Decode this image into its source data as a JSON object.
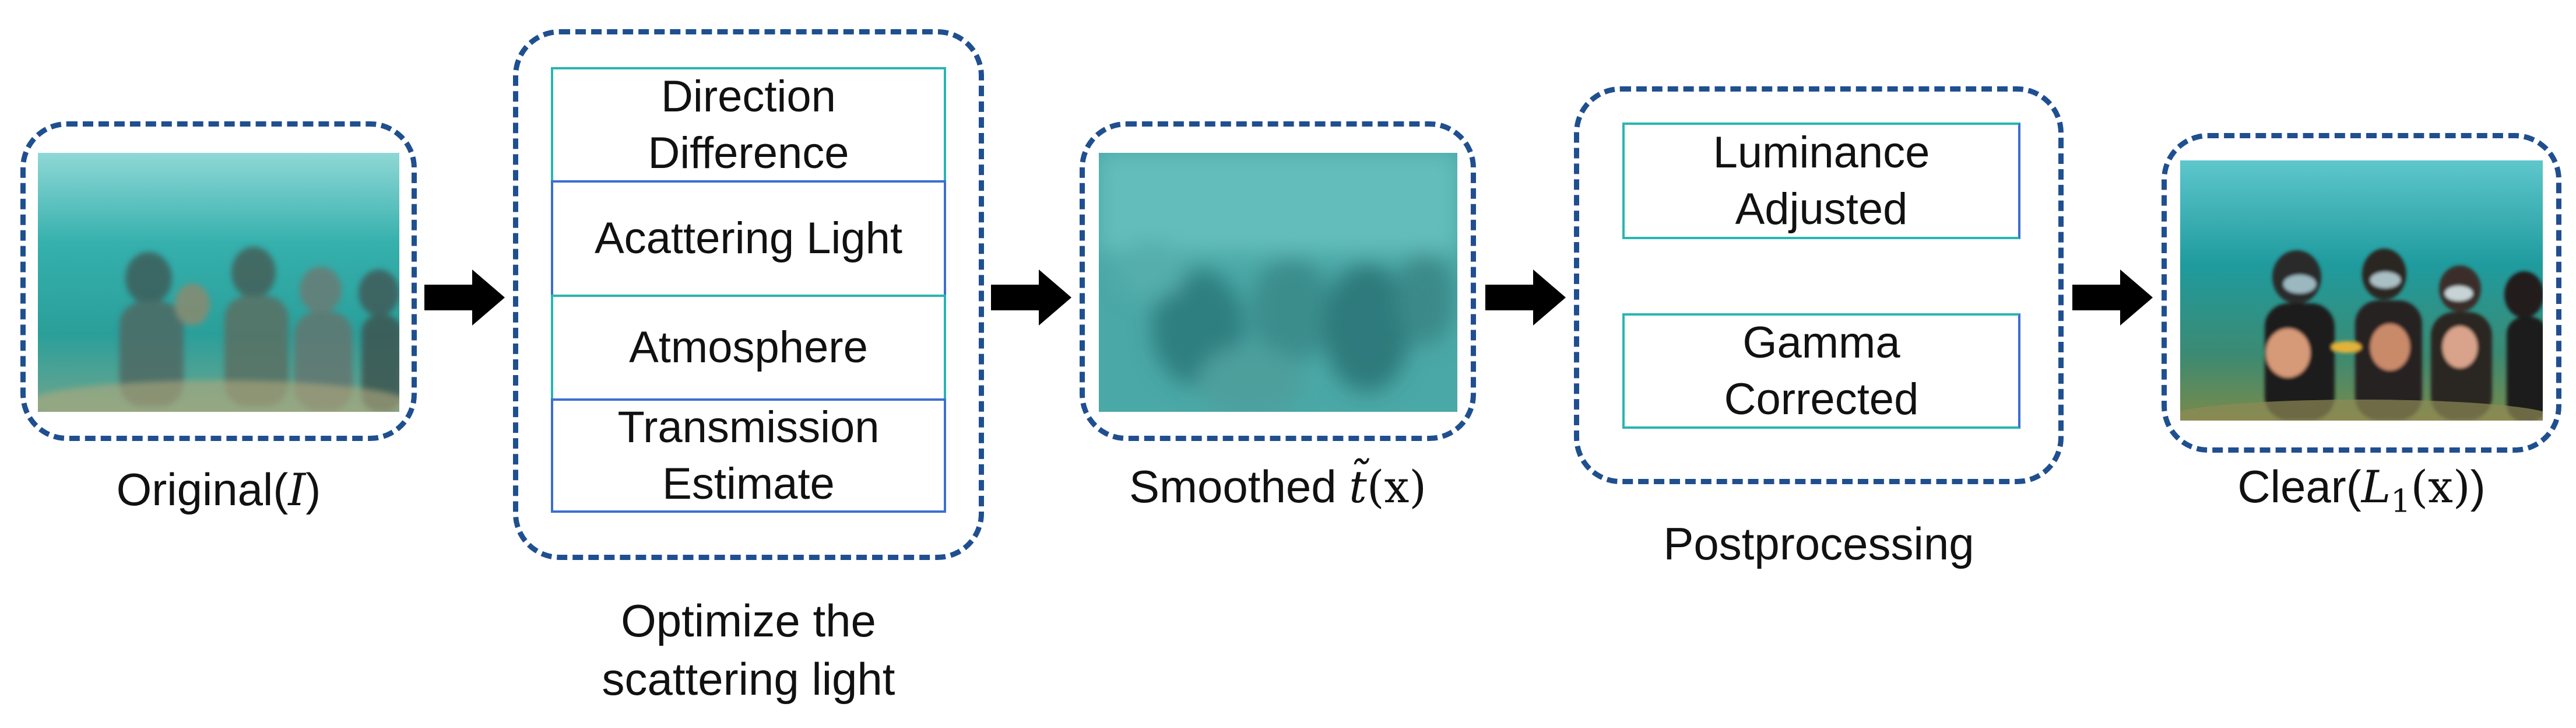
{
  "stage1": {
    "caption_prefix": "Original(",
    "caption_var": "I",
    "caption_suffix": ")"
  },
  "stage2": {
    "cells": [
      "Direction\nDifference",
      "Acattering Light",
      "Atmosphere",
      "Transmission\nEstimate"
    ],
    "caption_line1": "Optimize the",
    "caption_line2": "scattering light"
  },
  "stage3": {
    "caption_prefix": "Smoothed ",
    "caption_var": "t̃",
    "caption_arg": "(x)"
  },
  "stage4": {
    "cells": [
      "Luminance\nAdjusted",
      "Gamma\nCorrected"
    ],
    "caption": "Postprocessing"
  },
  "stage5": {
    "caption_prefix": "Clear(",
    "caption_var": "L",
    "caption_sub": "1",
    "caption_arg": "(x)",
    "caption_suffix": ")"
  },
  "colors": {
    "dashed_border": "#1f4f8f",
    "box_teal": "#2ab5b2",
    "box_blue": "#3b6fcf",
    "arrow": "#000000"
  }
}
